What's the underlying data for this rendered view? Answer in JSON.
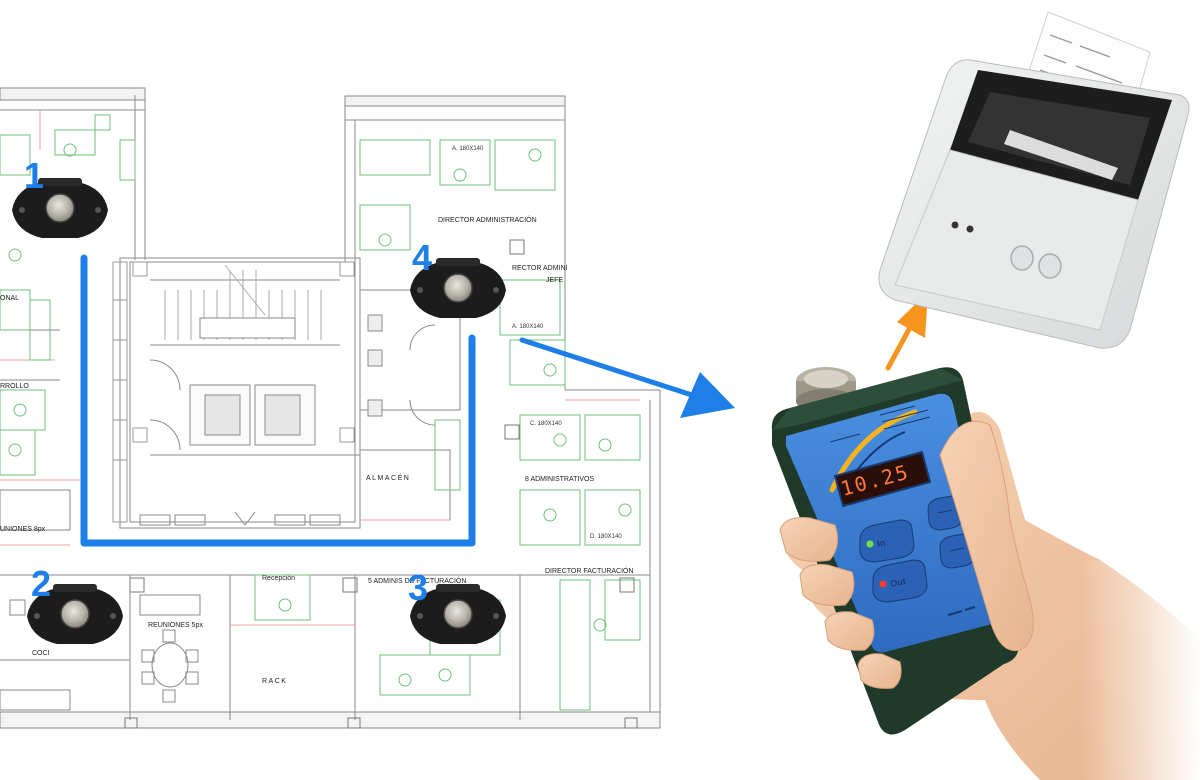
{
  "floorplan": {
    "rooms": {
      "director_administracion": "DIRECTOR ADMINISTRACIÓN",
      "rector_admin": "RECTOR ADMINI",
      "rector_admin_sub": "JEFE",
      "almacen": "ALMACÉN",
      "administrativos": "8 ADMINISTRATIVOS",
      "director_facturacion": "DIRECTOR FACTURACIÓN",
      "admin_facturacion": "5 ADMINIS DE FACTURACIÓN",
      "recepcion": "Recepción",
      "reuniones": "REUNIONES 5px",
      "rack": "RACK",
      "reuniones_left": "UNIONES 8px",
      "desarrollo": "RROLLO",
      "comercial": "ONAL",
      "cocina": "COCI"
    },
    "desk_labels": {
      "a1": "A. 180X140",
      "a2": "A. 180X140",
      "c1": "C. 180X140",
      "d1": "D. 180X140"
    }
  },
  "checkpoints": [
    {
      "number": "1"
    },
    {
      "number": "2"
    },
    {
      "number": "3"
    },
    {
      "number": "4"
    }
  ],
  "reader": {
    "display_value": "10.25",
    "in_label": "In",
    "out_label": "Out"
  },
  "colors": {
    "route_blue": "#1e7fe8",
    "arrow_orange": "#f7941d",
    "device_green": "#1f3a2a",
    "panel_blue": "#3a7fd0",
    "printer_grey": "#e8eaea"
  }
}
